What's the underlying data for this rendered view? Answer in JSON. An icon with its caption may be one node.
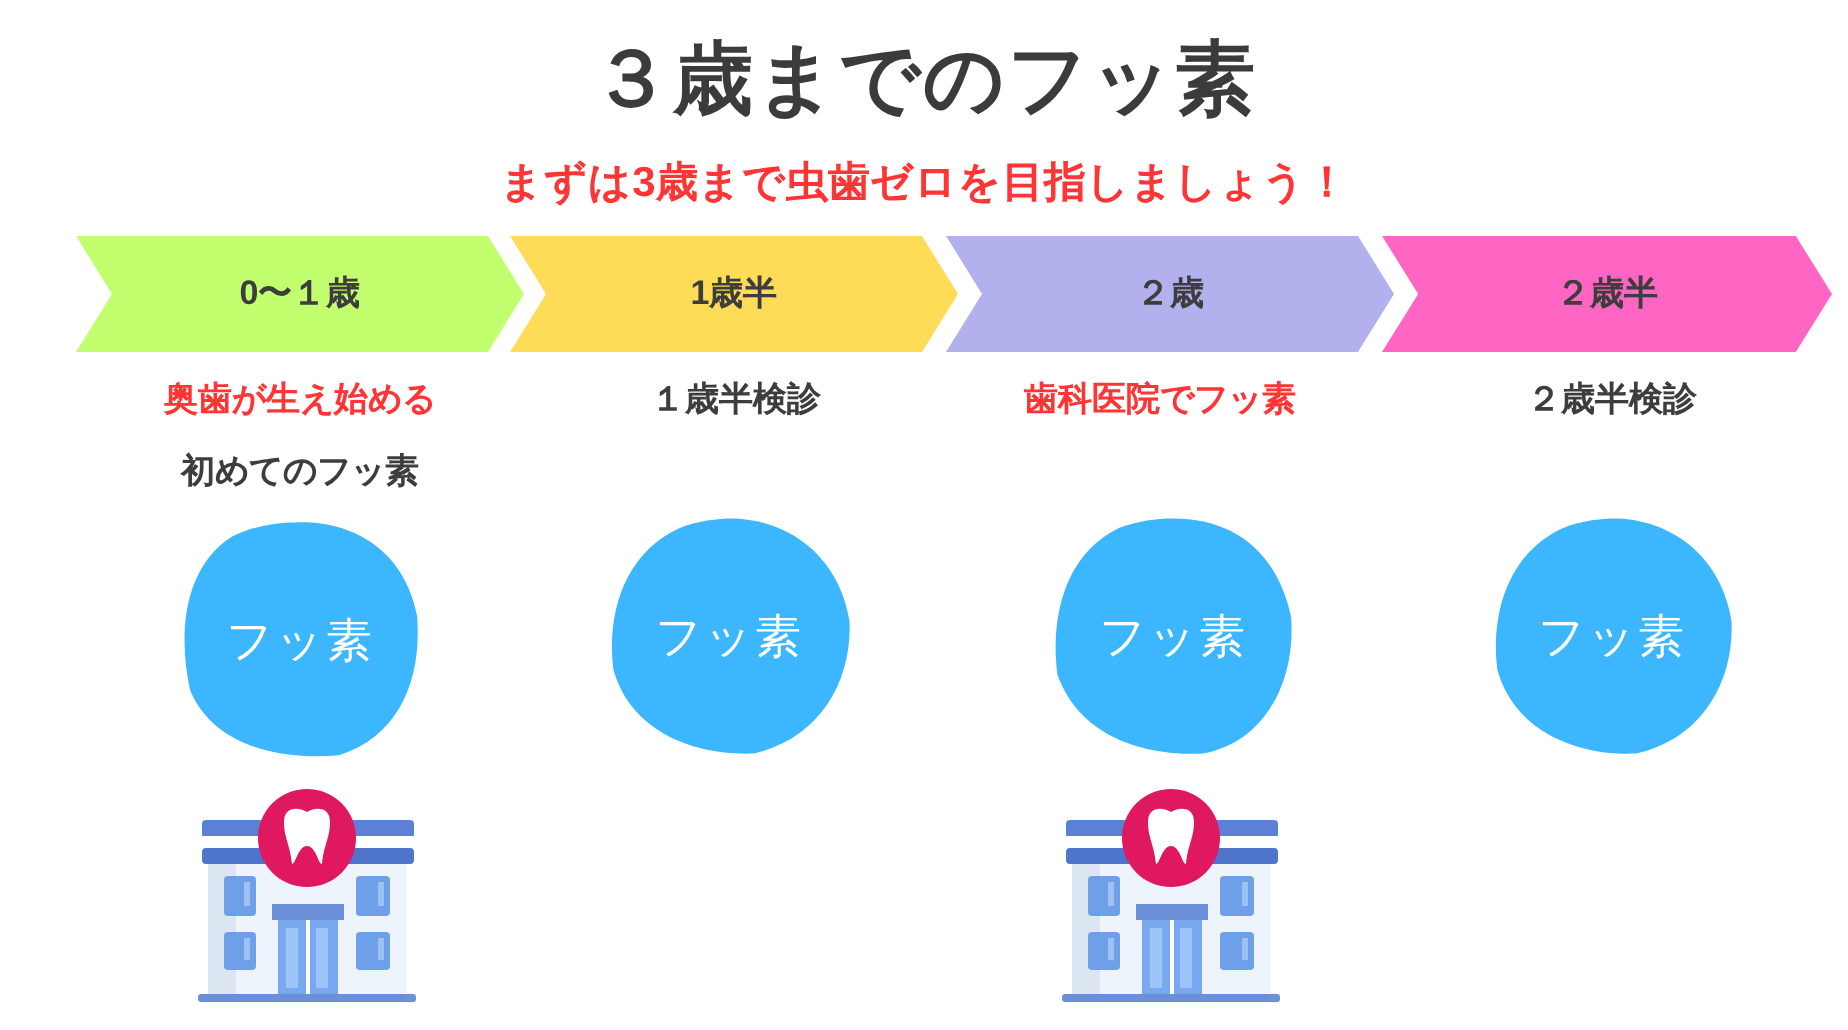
{
  "diagram": {
    "title": "３歳までのフッ素",
    "nodes": [
      {
        "text": [
          "0〜１歳"
        ],
        "beside": [
          "奥歯が生え始める",
          "初めてのフッ素"
        ]
      },
      {
        "text": [
          "1歳半"
        ],
        "beside": [
          "１歳半検診"
        ]
      },
      {
        "text": [
          "２歳"
        ],
        "beside": [
          "歯科医院でフッ素"
        ]
      },
      {
        "text": [
          "２歳半"
        ],
        "beside": [
          "２歳半検診"
        ]
      },
      {
        "text": [
          "フッ素"
        ]
      },
      {
        "text": [
          "フッ素"
        ]
      },
      {
        "text": [
          "フッ素"
        ]
      },
      {
        "text": [
          "フッ素"
        ]
      }
    ],
    "labels": [
      "まずは3歳まで虫歯ゼロを目指しましょう！"
    ]
  }
}
